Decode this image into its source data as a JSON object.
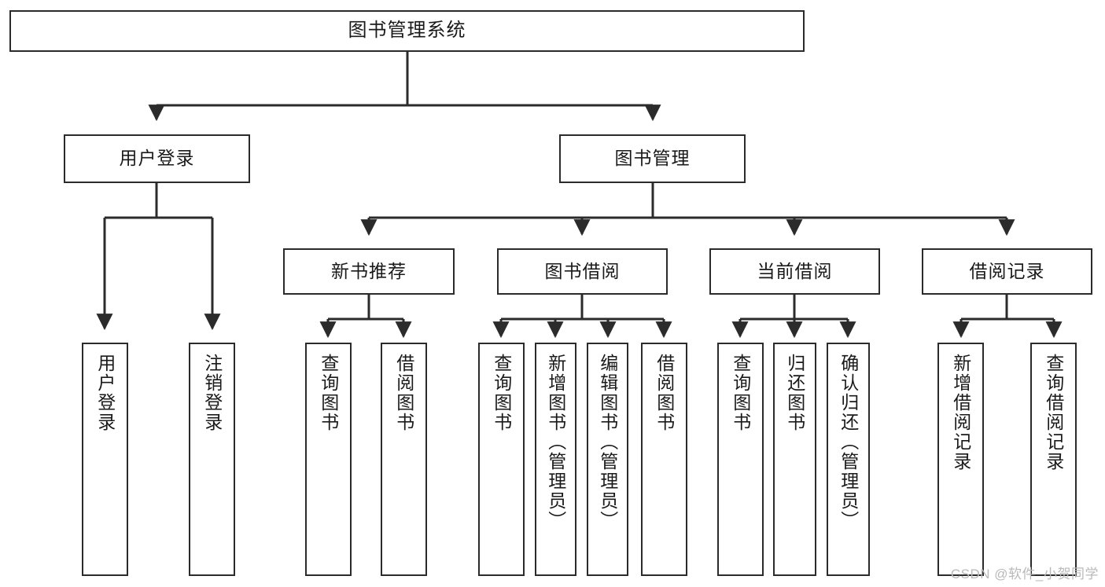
{
  "diagram": {
    "type": "tree-hierarchy-chart",
    "title": "图书管理系统",
    "stroke_color": "#2b2b2b",
    "fill_color": "#ffffff",
    "text_color": "#1a1a1a",
    "levels": [
      {
        "level": 1,
        "nodes": [
          {
            "id": "root",
            "label": "图书管理系统",
            "orientation": "horizontal"
          }
        ]
      },
      {
        "level": 2,
        "nodes": [
          {
            "id": "user-login",
            "label": "用户登录",
            "orientation": "horizontal",
            "parent": "root"
          },
          {
            "id": "book-manage",
            "label": "图书管理",
            "orientation": "horizontal",
            "parent": "root"
          }
        ]
      },
      {
        "level": 3,
        "nodes": [
          {
            "id": "new-book-rec",
            "label": "新书推荐",
            "orientation": "horizontal",
            "parent": "book-manage"
          },
          {
            "id": "book-borrow",
            "label": "图书借阅",
            "orientation": "horizontal",
            "parent": "book-manage"
          },
          {
            "id": "current-borrow",
            "label": "当前借阅",
            "orientation": "horizontal",
            "parent": "book-manage"
          },
          {
            "id": "borrow-record",
            "label": "借阅记录",
            "orientation": "horizontal",
            "parent": "book-manage"
          }
        ]
      },
      {
        "level": 4,
        "nodes": [
          {
            "id": "leaf-user-login",
            "label": "用户登录",
            "orientation": "vertical",
            "parent": "user-login"
          },
          {
            "id": "leaf-logout",
            "label": "注销登录",
            "orientation": "vertical",
            "parent": "user-login"
          },
          {
            "id": "leaf-query-book-1",
            "label": "查询图书",
            "orientation": "vertical",
            "parent": "new-book-rec"
          },
          {
            "id": "leaf-borrow-book-1",
            "label": "借阅图书",
            "orientation": "vertical",
            "parent": "new-book-rec"
          },
          {
            "id": "leaf-query-book-2",
            "label": "查询图书",
            "orientation": "vertical",
            "parent": "book-borrow"
          },
          {
            "id": "leaf-add-book",
            "label": "新增图书（管理员）",
            "orientation": "vertical",
            "parent": "book-borrow"
          },
          {
            "id": "leaf-edit-book",
            "label": "编辑图书（管理员）",
            "orientation": "vertical",
            "parent": "book-borrow"
          },
          {
            "id": "leaf-borrow-book-2",
            "label": "借阅图书",
            "orientation": "vertical",
            "parent": "book-borrow"
          },
          {
            "id": "leaf-query-book-3",
            "label": "查询图书",
            "orientation": "vertical",
            "parent": "current-borrow"
          },
          {
            "id": "leaf-return-book",
            "label": "归还图书",
            "orientation": "vertical",
            "parent": "current-borrow"
          },
          {
            "id": "leaf-confirm-return",
            "label": "确认归还（管理员）",
            "orientation": "vertical",
            "parent": "current-borrow"
          },
          {
            "id": "leaf-add-record",
            "label": "新增借阅记录",
            "orientation": "vertical",
            "parent": "borrow-record"
          },
          {
            "id": "leaf-query-record",
            "label": "查询借阅记录",
            "orientation": "vertical",
            "parent": "borrow-record"
          }
        ]
      }
    ]
  },
  "watermark": {
    "text": "CSDN @软件_小贺同学"
  }
}
